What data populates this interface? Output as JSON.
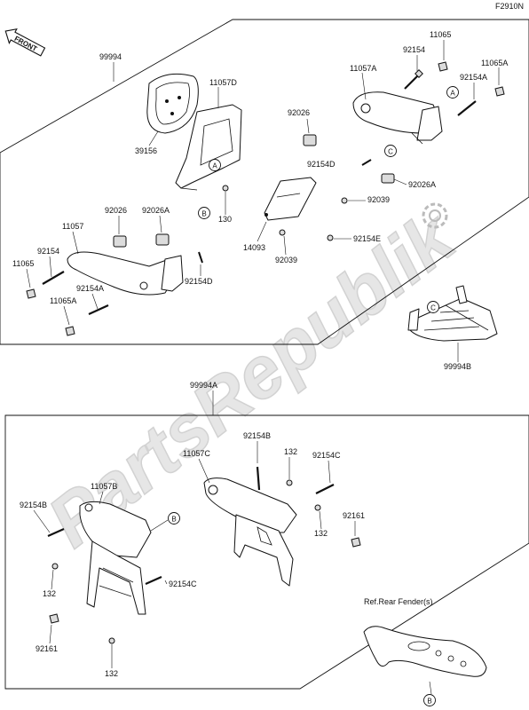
{
  "figure_code": "F2910N",
  "front_label": "FRONT",
  "watermark": "PartsRepublik",
  "ref_note": "Ref.Rear Fender(s)",
  "callouts": {
    "a": "A",
    "b": "B",
    "c": "C"
  },
  "top_assembly": {
    "kit_number": "99994",
    "rack_number": "99994B",
    "parts": {
      "p39156": "39156",
      "p11057D": "11057D",
      "p11057A": "11057A",
      "p11065_top": "11065",
      "p92154_top": "92154",
      "p11065A": "11065A",
      "p92154A_top": "92154A",
      "p92026_top": "92026",
      "p92154D_top": "92154D",
      "p92026A_top": "92026A",
      "p92039_right": "92039",
      "p92154E": "92154E",
      "p14093": "14093",
      "p92039_left": "92039",
      "p130": "130",
      "p11057": "11057",
      "p92026_left": "92026",
      "p92026A_left": "92026A",
      "p92154_left": "92154",
      "p11065_left": "11065",
      "p92154A_left": "92154A",
      "p11065A_left": "11065A",
      "p92154D_left": "92154D"
    }
  },
  "bottom_assembly": {
    "kit_number": "99994A",
    "parts": {
      "p92154B_top": "92154B",
      "p132_top": "132",
      "p11057C": "11057C",
      "p92154C_top": "92154C",
      "p92161_right": "92161",
      "p132_mid": "132",
      "p92154B_left": "92154B",
      "p11057B": "11057B",
      "p132_left": "132",
      "p92154C_left": "92154C",
      "p92161_left": "92161",
      "p132_bottom": "132"
    }
  }
}
